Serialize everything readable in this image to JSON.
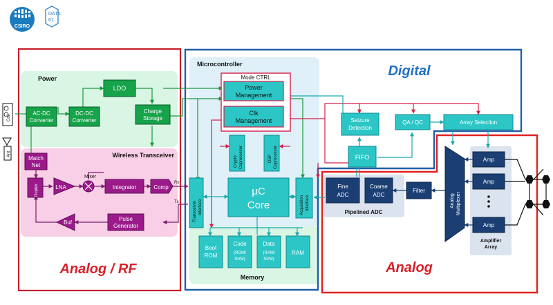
{
  "logos": {
    "csiro": "CSIRO",
    "data61_line1": "DATA",
    "data61_line2": "61"
  },
  "regions": {
    "digital": "Digital",
    "analog_rf": "Analog / RF",
    "analog": "Analog"
  },
  "groups": {
    "power": "Power",
    "wireless": "Wireless Transceiver",
    "microcontroller": "Microcontroller",
    "mode_ctrl": "Mode CTRL",
    "memory": "Memory",
    "pipelined_adc": "Pipelined ADC",
    "amplifier_array_1": "Amplifier",
    "amplifier_array_2": "Array"
  },
  "blocks": {
    "coil": "Coil",
    "ant": "Ant",
    "ldo": "LDO",
    "acdc_1": "AC-DC",
    "acdc_2": "Converter",
    "dcdc_1": "DC-DC",
    "dcdc_2": "Converter",
    "charge_1": "Charge",
    "charge_2": "Storage",
    "match_1": "Match",
    "match_2": "Net",
    "duplex": "Duplex",
    "lna": "LNA",
    "mixer": "Mixer",
    "integrator": "Integrator",
    "comp": "Comp",
    "rx": "Rx",
    "tx": "Tx",
    "buf": "Buf",
    "pulse_1": "Pulse",
    "pulse_2": "Generator",
    "power_mgmt_1": "Power",
    "power_mgmt_2": "Management",
    "clk_1": "Clk",
    "clk_2": "Management",
    "crypto_1": "Crypto",
    "crypto_2": "Coprocessor",
    "dsp_1": "DSP",
    "dsp_2": "Coprocessor",
    "uc_core_1": "µC",
    "uc_core_2": "Core",
    "transceiver_if_1": "Transceiver",
    "transceiver_if_2": "Interface",
    "acquisition_if_1": "Acquisition",
    "acquisition_if_2": "Interface",
    "boot_1": "Boot",
    "boot_2": "ROM",
    "code_1": "Code",
    "code_2": "(ROM/",
    "code_3": "NVM)",
    "data_1": "Data",
    "data_2": "(RAM/",
    "data_3": "NVM)",
    "ram": "RAM",
    "seizure_1": "Seizure",
    "seizure_2": "Detection",
    "qaqc": "QA / QC",
    "array_sel": "Array Selection",
    "fifo": "FIFO",
    "fine_1": "Fine",
    "fine_2": "ADC",
    "coarse_1": "Coarse",
    "coarse_2": "ADC",
    "filter": "Filter",
    "mux_1": "Analog",
    "mux_2": "Multiplexer",
    "amp_1": "Amp",
    "amp_2": "Amp",
    "amp_3": "Amp",
    "dots": "•\n•\n•"
  },
  "colors": {
    "digital_border": "#1f5fa8",
    "analog_border": "#e02020",
    "analog_rf_border": "#c81e2a",
    "power_bg": "#d9f5e4",
    "wireless_bg": "#f8cfe6",
    "micro_bg": "#dff0f8",
    "memory_bg": "#d9f5e4",
    "green_block": "#16a34a",
    "purple_block": "#9b1a8a",
    "teal_block": "#2cc6c6",
    "navy_block": "#1b3f73",
    "arrow_green": "#1a9a3c",
    "arrow_red": "#d81e4a",
    "arrow_teal": "#1aa7b0"
  }
}
